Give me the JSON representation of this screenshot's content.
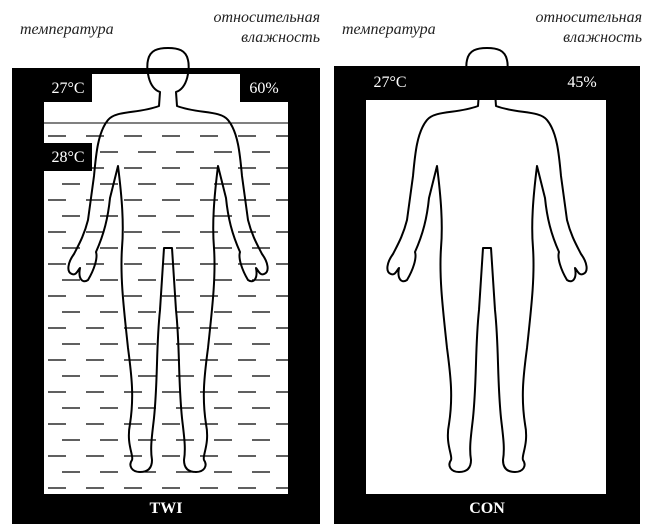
{
  "panels": [
    {
      "id": "TWI",
      "caption_temperature": "температура",
      "caption_humidity_line1": "относительная",
      "caption_humidity_line2": "влажность",
      "air_temperature": "27°C",
      "relative_humidity": "60%",
      "water_temperature": "28°C",
      "label": "TWI",
      "immersed_in_water": true
    },
    {
      "id": "CON",
      "caption_temperature": "температура",
      "caption_humidity_line1": "относительная",
      "caption_humidity_line2": "влажность",
      "air_temperature": "27°C",
      "relative_humidity": "45%",
      "label": "CON",
      "immersed_in_water": false
    }
  ],
  "colors": {
    "frame": "#000000",
    "background": "#ffffff",
    "water_lines": "#000000"
  }
}
